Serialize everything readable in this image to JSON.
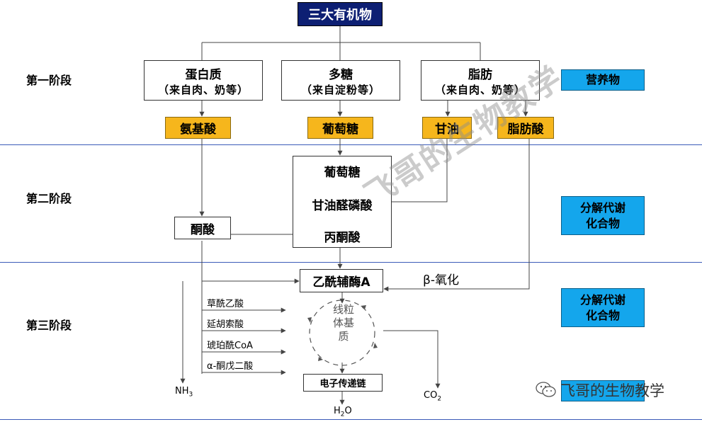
{
  "title": "三大有机物",
  "stages": [
    "第一阶段",
    "第二阶段",
    "第三阶段"
  ],
  "stage_labels": [
    "营养物",
    "分解代谢\n化合物",
    "分解代谢\n化合物"
  ],
  "nutrients": [
    {
      "name": "蛋白质",
      "source": "（来自肉、奶等）"
    },
    {
      "name": "多糖",
      "source": "（来自淀粉等）"
    },
    {
      "name": "脂肪",
      "source": "（来自肉、奶等）"
    }
  ],
  "monomers": [
    "氨基酸",
    "葡萄糖",
    "甘油",
    "脂肪酸"
  ],
  "glycolysis": [
    "葡萄糖",
    "甘油醛磷酸",
    "丙酮酸"
  ],
  "ketoacid": "酮酸",
  "acetyl_coa": "乙酰辅酶A",
  "beta_oxidation": "β-氧化",
  "tca_intermediates": [
    "草酰乙酸",
    "延胡索酸",
    "琥珀酰CoA",
    "α-酮戊二酸"
  ],
  "mitochondria": "线粒体基质",
  "etc": "电子传递链",
  "products": {
    "nh3": "NH",
    "nh3_sub": "3",
    "co2": "CO",
    "co2_sub": "2",
    "h2o": "H",
    "h2o_sub": "2",
    "h2o_tail": "O"
  },
  "watermark": "飞哥的生物教学",
  "brand": "飞哥的生物教学",
  "colors": {
    "title_bg": "#0d1f73",
    "monomer_bg": "#f6b61c",
    "stage_bg": "#14a6ec",
    "divider": "#3b5bb8"
  }
}
